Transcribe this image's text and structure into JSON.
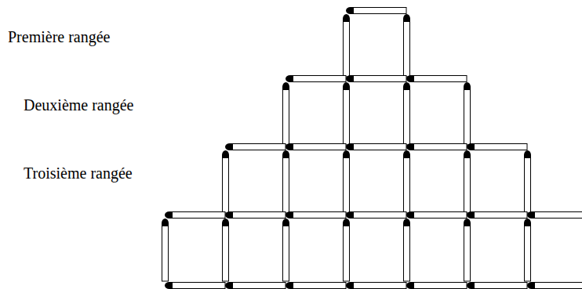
{
  "diagram": {
    "labels": [
      "Première rangée",
      "Deuxième rangée",
      "Troisième rangée"
    ]
  }
}
